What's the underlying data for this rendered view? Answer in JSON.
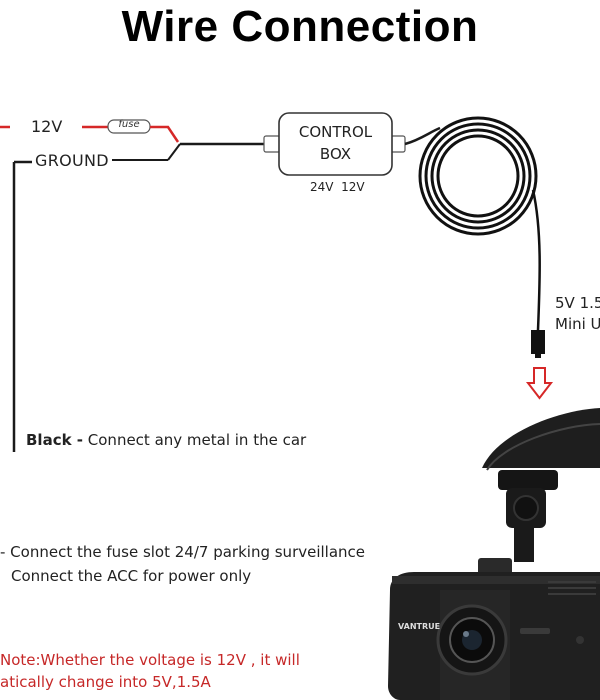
{
  "title": "Wire Connection",
  "wires": {
    "voltage_12v": "12V",
    "fuse": "fuse",
    "ground": "GROUND"
  },
  "control_box": {
    "line1": "CONTROL",
    "line2": "BOX",
    "ratings": "24V  12V"
  },
  "output": {
    "line1": "5V 1.5",
    "line2": "Mini U"
  },
  "black_wire": {
    "label": "Black -",
    "text": " Connect any metal in the car"
  },
  "red_wire": {
    "line1": "- Connect the fuse slot 24/7 parking surveillance",
    "line2": "Connect the ACC for power only"
  },
  "note": {
    "line1": "Note:Whether the voltage is 12V , it will",
    "line2": "atically change into 5V,1.5A"
  },
  "camera": {
    "brand": "VANTRUE"
  },
  "colors": {
    "red_wire": "#d62828",
    "black_wire": "#1a1a1a",
    "arrow": "#d62828",
    "note": "#c62828"
  }
}
